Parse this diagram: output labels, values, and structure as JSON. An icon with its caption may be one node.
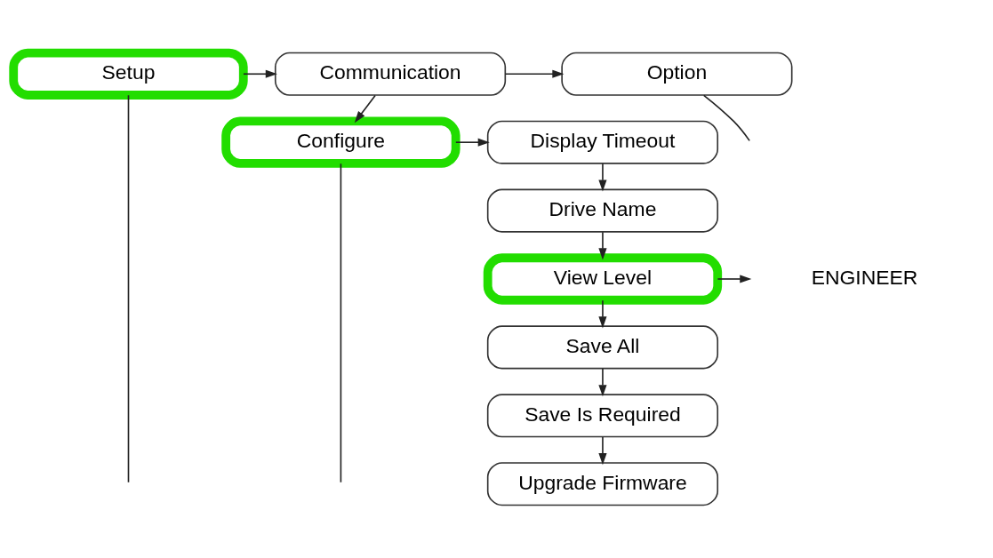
{
  "diagram": {
    "nodes": [
      {
        "text": [
          "Setup"
        ]
      },
      {
        "text": [
          "Communication"
        ]
      },
      {
        "text": [
          "Option"
        ]
      },
      {
        "text": [
          "Configure"
        ]
      },
      {
        "text": [
          "Display Timeout"
        ]
      },
      {
        "text": [
          "Drive Name"
        ]
      },
      {
        "text": [
          "View Level"
        ]
      },
      {
        "text": [
          "Save All"
        ]
      },
      {
        "text": [
          "Save Is Required"
        ]
      },
      {
        "text": [
          "Upgrade Firmware"
        ]
      },
      {
        "text": [
          "ENGINEER"
        ]
      }
    ],
    "edges": [
      {
        "from": 0,
        "to": 1,
        "arrow": "to"
      },
      {
        "from": 1,
        "to": 2,
        "arrow": "to"
      },
      {
        "from": 2,
        "to": null,
        "arrow": "none"
      },
      {
        "from": 1,
        "to": 3,
        "arrow": "to"
      },
      {
        "from": 3,
        "to": 4,
        "arrow": "to"
      },
      {
        "from": 4,
        "to": 5,
        "arrow": "to"
      },
      {
        "from": 5,
        "to": 6,
        "arrow": "to"
      },
      {
        "from": 6,
        "to": 7,
        "arrow": "to"
      },
      {
        "from": 7,
        "to": 8,
        "arrow": "to"
      },
      {
        "from": 8,
        "to": 9,
        "arrow": "to"
      },
      {
        "from": 6,
        "to": 10,
        "arrow": "to"
      },
      {
        "from": 0,
        "to": null,
        "arrow": "none"
      },
      {
        "from": 3,
        "to": null,
        "arrow": "none"
      }
    ]
  }
}
